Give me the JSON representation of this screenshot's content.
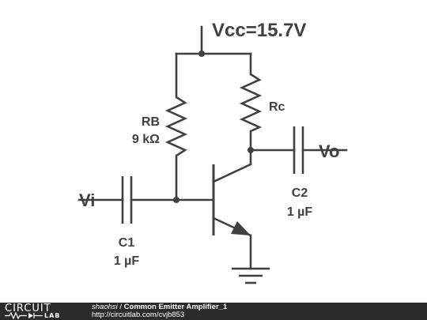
{
  "schematic": {
    "vcc_label": "Vcc=15.7V",
    "rc_label": "Rc",
    "rb_label": "RB",
    "rb_value": "9 kΩ",
    "vi_label": "Vi",
    "vo_label": "Vo",
    "c1_label": "C1",
    "c1_value": "1 µF",
    "c2_label": "C2",
    "c2_value": "1 µF"
  },
  "footer": {
    "logo_top": "CIRCUIT",
    "logo_bottom": "LAB",
    "author": "shaohsi",
    "separator": " / ",
    "title": "Common Emitter Amplifier_1",
    "url": "http://circuitlab.com/cvjb853"
  },
  "colors": {
    "ink": "#404040",
    "footer_bg": "#2b2b2b"
  }
}
